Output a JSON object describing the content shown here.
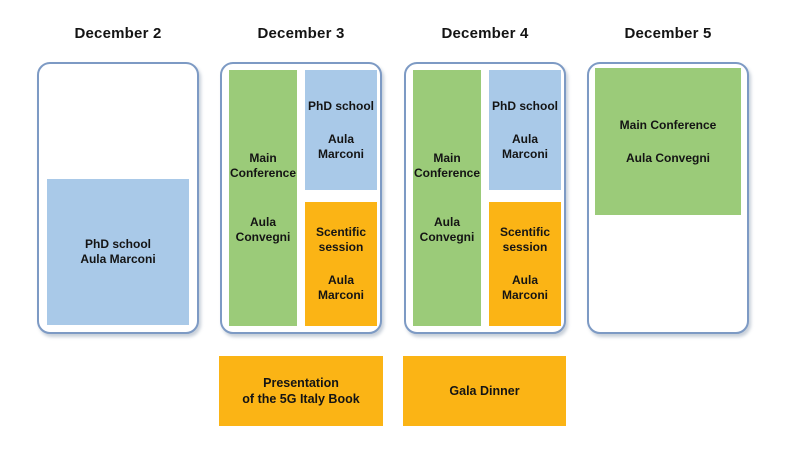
{
  "colors": {
    "phd_school_blue": "#A9C9E8",
    "main_conference_green": "#9BCB79",
    "session_orange": "#FBB415",
    "card_border_blue": "#7D9AC4",
    "text": "#141414",
    "background": "#FFFFFF"
  },
  "columns": [
    {
      "header": "December 2",
      "phd": {
        "title": "PhD school",
        "location": "Aula Marconi"
      }
    },
    {
      "header": "December 3",
      "main": {
        "title": "Main Conference",
        "location": "Aula Convegni"
      },
      "phd": {
        "title": "PhD school",
        "location": "Aula Marconi"
      },
      "scientific": {
        "title": "Scentific session",
        "location": "Aula Marconi"
      }
    },
    {
      "header": "December 4",
      "main": {
        "title": "Main Conference",
        "location": "Aula Convegni"
      },
      "phd": {
        "title": "PhD school",
        "location": "Aula Marconi"
      },
      "scientific": {
        "title": "Scentific session",
        "location": "Aula Marconi"
      }
    },
    {
      "header": "December 5",
      "main": {
        "title": "Main Conference",
        "location": "Aula Convegni"
      }
    }
  ],
  "footer": [
    {
      "label": "Presentation\nof the 5G Italy Book"
    },
    {
      "label": "Gala Dinner"
    }
  ]
}
